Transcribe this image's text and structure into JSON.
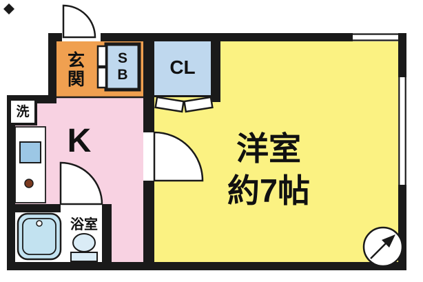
{
  "rooms": {
    "genkan": {
      "label": "玄関"
    },
    "shoe_box": {
      "label": "SB"
    },
    "closet": {
      "label": "CL"
    },
    "kitchen": {
      "label": "K"
    },
    "western_room": {
      "label_line1": "洋室",
      "label_line2": "約7帖"
    },
    "laundry": {
      "label": "洗"
    },
    "bathroom": {
      "label": "浴室"
    }
  },
  "colors": {
    "wall": "#1a1a1a",
    "genkan": "#f0a050",
    "kitchen": "#f8d2e2",
    "western_room": "#fbf282",
    "closet_blue": "#bfd8ee",
    "fixture_blue": "#c2e2f0",
    "sink_blue": "#9cc7e5",
    "burner_brown": "#7a3a20",
    "toilet_blue": "#daecf6"
  }
}
